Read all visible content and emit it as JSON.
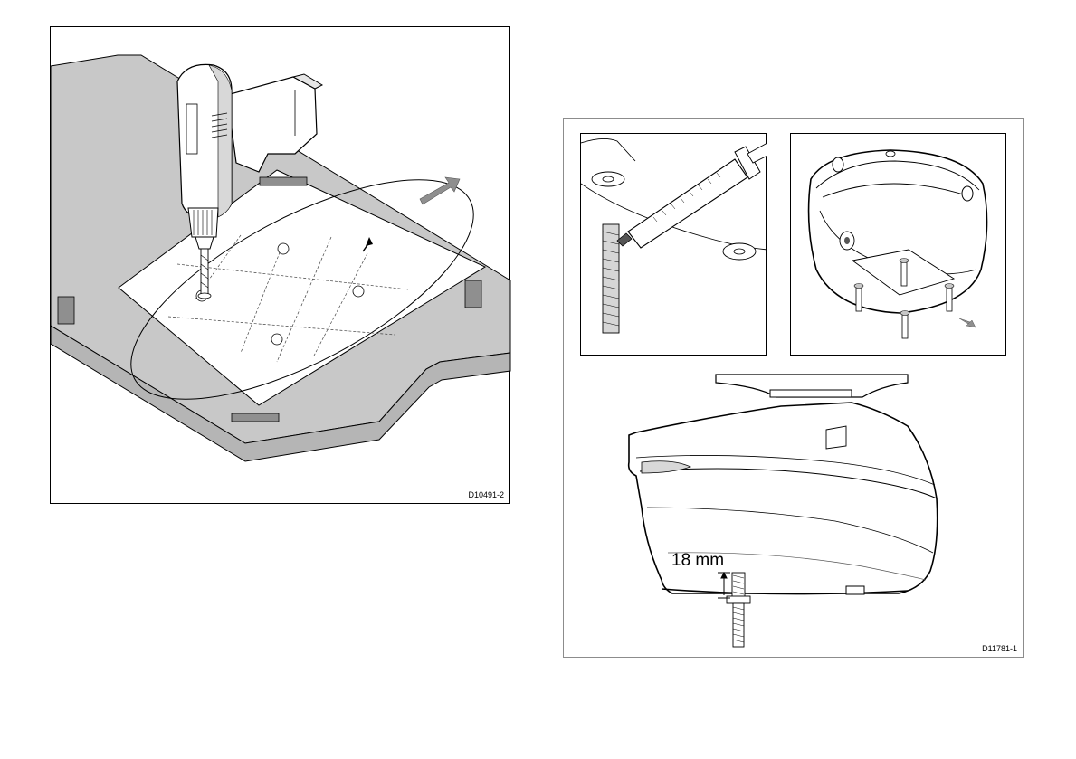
{
  "figures": {
    "left": {
      "code": "D10491-2"
    },
    "right": {
      "code": "D11781-1",
      "dimension_label": "18 mm"
    }
  },
  "icons": {
    "drill": "drill-icon",
    "arrow": "forward-arrow-icon",
    "syringe": "sealant-syringe-icon",
    "unit": "transducer-unit-icon",
    "stud": "mounting-stud-icon"
  },
  "colors": {
    "surface": "#c8c8c8",
    "surface_edge": "#b0b0b0",
    "tape": "#8f8f8f",
    "outline": "#000000",
    "frame_grey": "#8c8c8c"
  }
}
